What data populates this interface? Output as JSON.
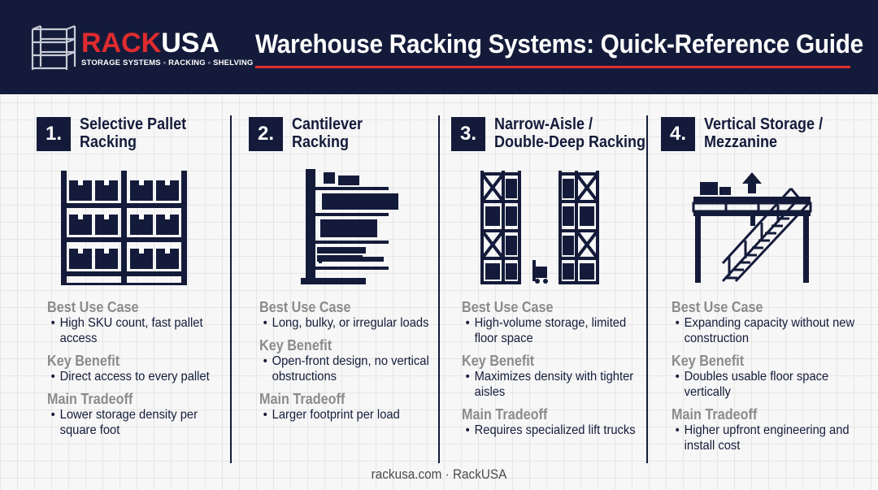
{
  "header": {
    "logo": {
      "word_red": "RACK",
      "word_white": "USA",
      "tagline": "STORAGE SYSTEMS ▫ RACKING ▫ SHELVING"
    },
    "title": "Warehouse Racking Systems: Quick-Reference Guide"
  },
  "colors": {
    "navy": "#141b3a",
    "red": "#e02b2f",
    "muted": "#8b8b8b"
  },
  "labels": {
    "best_use": "Best Use Case",
    "key_benefit": "Key Benefit",
    "tradeoff": "Main Tradeoff"
  },
  "columns": [
    {
      "number": "1.",
      "title_line1": "Selective Pallet",
      "title_line2": "Racking",
      "icon": "selective-pallet-rack-icon",
      "best_use": "High SKU count, fast pallet access",
      "key_benefit": "Direct access to every pallet",
      "tradeoff": "Lower storage density per square foot"
    },
    {
      "number": "2.",
      "title_line1": "Cantilever",
      "title_line2": "Racking",
      "icon": "cantilever-rack-icon",
      "best_use": "Long, bulky, or irregular loads",
      "key_benefit": "Open-front design, no vertical obstructions",
      "tradeoff": "Larger footprint per load"
    },
    {
      "number": "3.",
      "title_line1": "Narrow-Aisle /",
      "title_line2": "Double-Deep Racking",
      "icon": "narrow-aisle-rack-icon",
      "best_use": "High-volume storage, limited floor space",
      "key_benefit": "Maximizes density with tighter aisles",
      "tradeoff": "Requires specialized lift trucks"
    },
    {
      "number": "4.",
      "title_line1": "Vertical Storage /",
      "title_line2": "Mezzanine",
      "icon": "mezzanine-icon",
      "best_use": "Expanding capacity without new construction",
      "key_benefit": "Doubles usable floor space vertically",
      "tradeoff": "Higher upfront engineering and install cost"
    }
  ],
  "footer": "rackusa.com · RackUSA"
}
